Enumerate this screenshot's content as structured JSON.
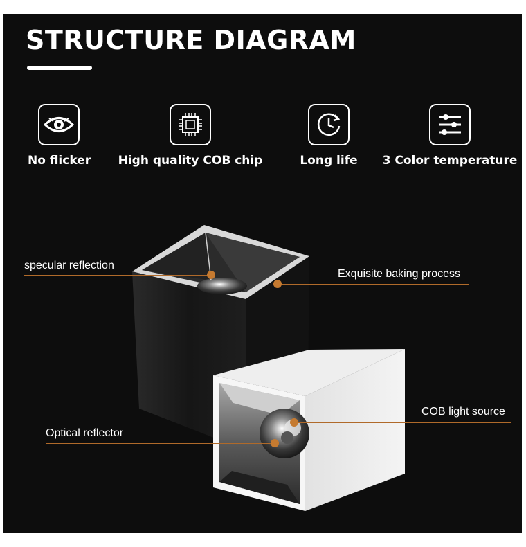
{
  "header": {
    "title": "STRUCTURE DIAGRAM"
  },
  "features": [
    {
      "label": "No flicker",
      "icon": "eye-icon"
    },
    {
      "label": "High quality COB chip",
      "icon": "chip-icon"
    },
    {
      "label": "Long life",
      "icon": "clock-icon"
    },
    {
      "label": "3 Color temperature",
      "icon": "sliders-icon"
    }
  ],
  "callouts": {
    "specular": "specular reflection",
    "baking": "Exquisite baking process",
    "cob": "COB light source",
    "optical": "Optical reflector"
  },
  "colors": {
    "background": "#0d0d0d",
    "accent": "#c57a30",
    "text": "#ffffff"
  }
}
